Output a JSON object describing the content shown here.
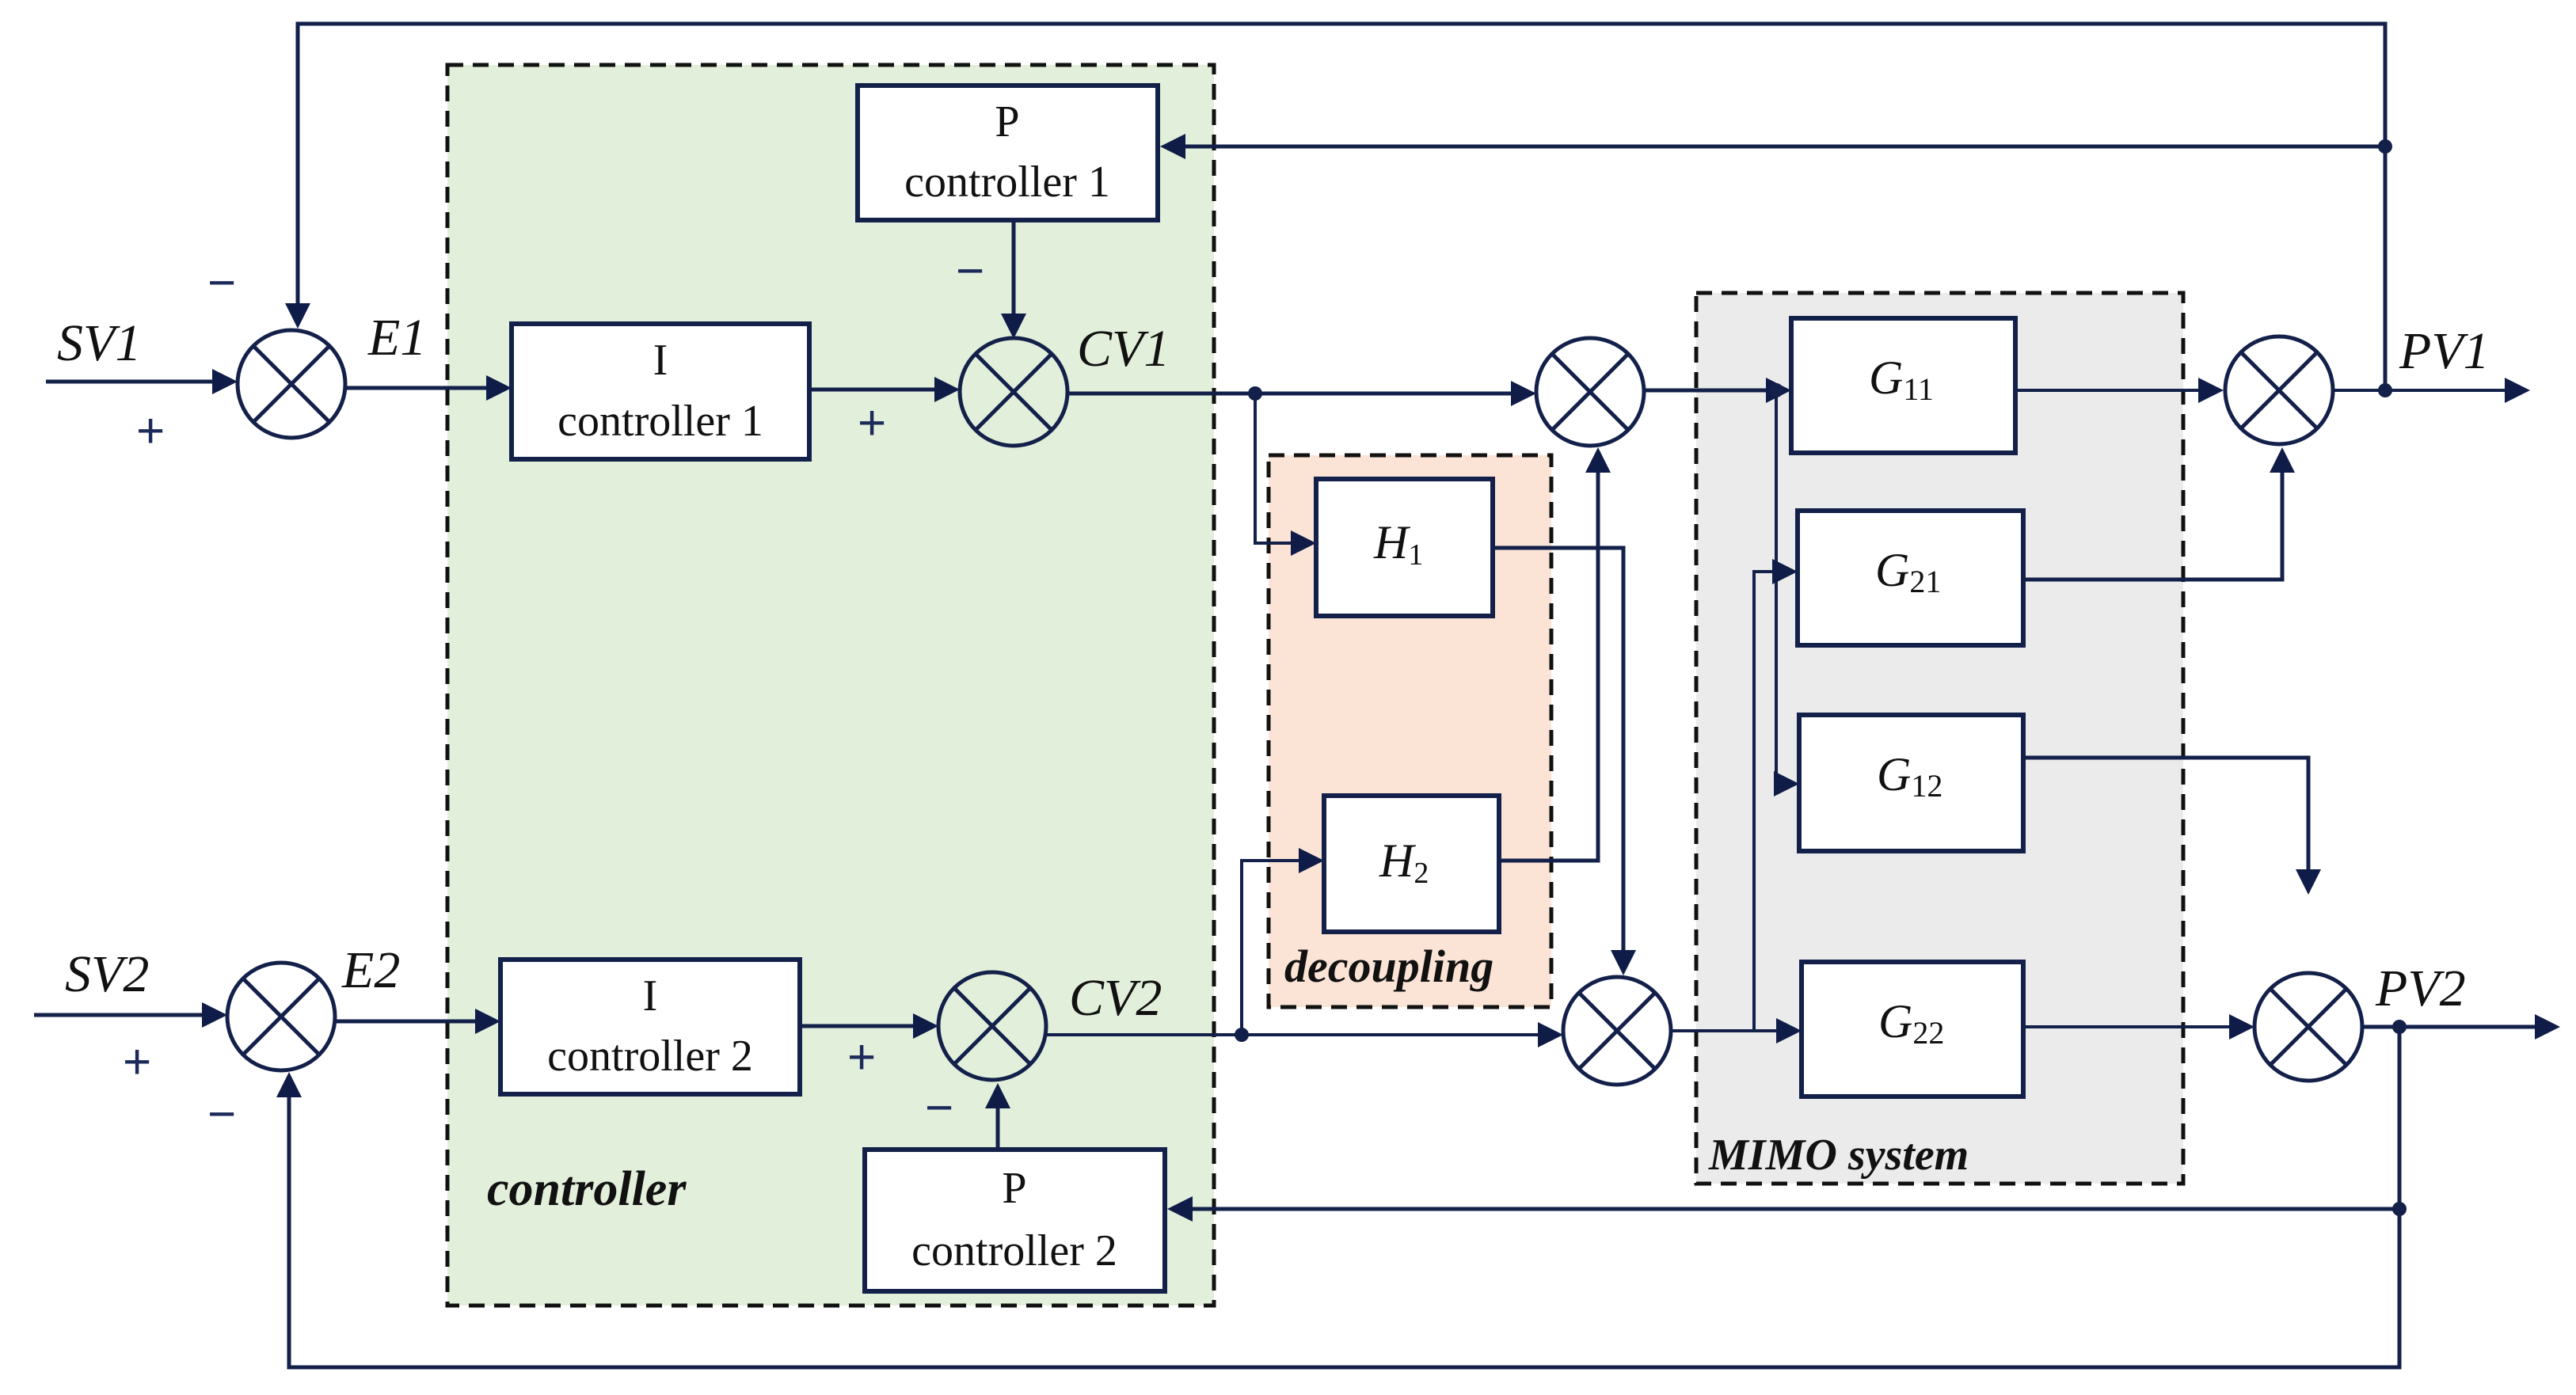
{
  "diagram": {
    "type": "block-diagram",
    "title": "Decoupled PI control of a 2x2 MIMO system",
    "colors": {
      "line": "#13204a",
      "controller_group_fill": "#e2efdb",
      "decoupling_group_fill": "#fbe4d6",
      "mimo_group_fill": "#ebebeb"
    },
    "groups": {
      "controller": "controller",
      "decoupling": "decoupling",
      "mimo": "MIMO system"
    },
    "signals": {
      "sv1": "SV1",
      "sv2": "SV2",
      "e1": "E1",
      "e2": "E2",
      "cv1": "CV1",
      "cv2": "CV2",
      "pv1": "PV1",
      "pv2": "PV2"
    },
    "blocks": {
      "i1": {
        "line1": "I",
        "line2": "controller 1"
      },
      "i2": {
        "line1": "I",
        "line2": "controller 2"
      },
      "p1": {
        "line1": "P",
        "line2": "controller 1"
      },
      "p2": {
        "line1": "P",
        "line2": "controller 2"
      },
      "h1": {
        "base": "H",
        "sub": "1"
      },
      "h2": {
        "base": "H",
        "sub": "2"
      },
      "g11": {
        "base": "G",
        "sub": "11"
      },
      "g21": {
        "base": "G",
        "sub": "21"
      },
      "g12": {
        "base": "G",
        "sub": "12"
      },
      "g22": {
        "base": "G",
        "sub": "22"
      }
    },
    "signs": {
      "plus": "+",
      "minus": "−"
    }
  }
}
